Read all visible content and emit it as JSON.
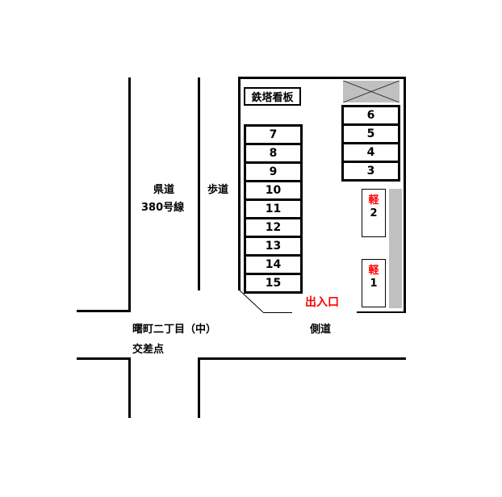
{
  "map": {
    "roads": {
      "prefectural_road_line1": "県道",
      "prefectural_road_line2": "380号線",
      "sidewalk": "歩道",
      "side_road": "側道",
      "intersection_line1": "曙町二丁目（中）",
      "intersection_line2": "交差点"
    },
    "lot": {
      "tower_sign": "鉄塔看板",
      "entrance": "出入口",
      "left_column_stalls": [
        "7",
        "8",
        "9",
        "10",
        "11",
        "12",
        "13",
        "14",
        "15"
      ],
      "right_column_stalls": [
        "6",
        "5",
        "4",
        "3"
      ],
      "kei_stalls": [
        {
          "type": "軽",
          "number": "2"
        },
        {
          "type": "軽",
          "number": "1"
        }
      ]
    },
    "colors": {
      "line": "#000000",
      "accent_red": "#ff0000",
      "gray_block": "#c0c0c0"
    }
  }
}
